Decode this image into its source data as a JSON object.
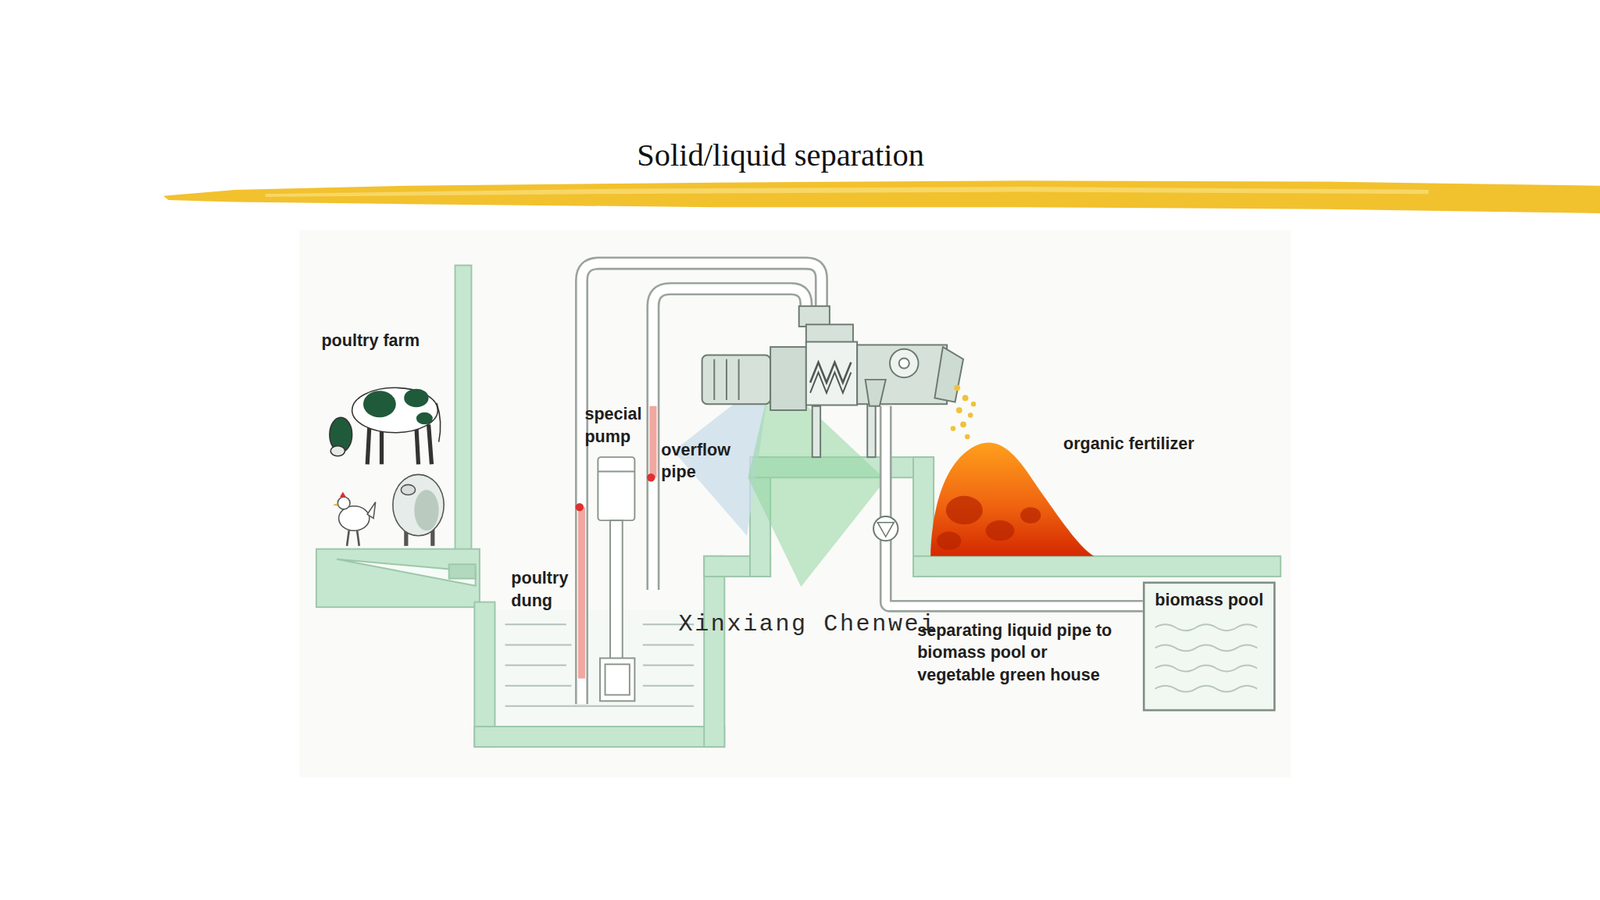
{
  "diagram": {
    "title": "Solid/liquid separation",
    "nodes": [
      {
        "text": [
          "biomass pool"
        ]
      }
    ],
    "labels": [
      "poultry farm",
      "special pump",
      "overflow pipe",
      "poultry dung",
      "organic fertilizer",
      "separating liquid pipe to biomass pool or vegetable green house",
      "Xinxiang Chenwei"
    ]
  }
}
